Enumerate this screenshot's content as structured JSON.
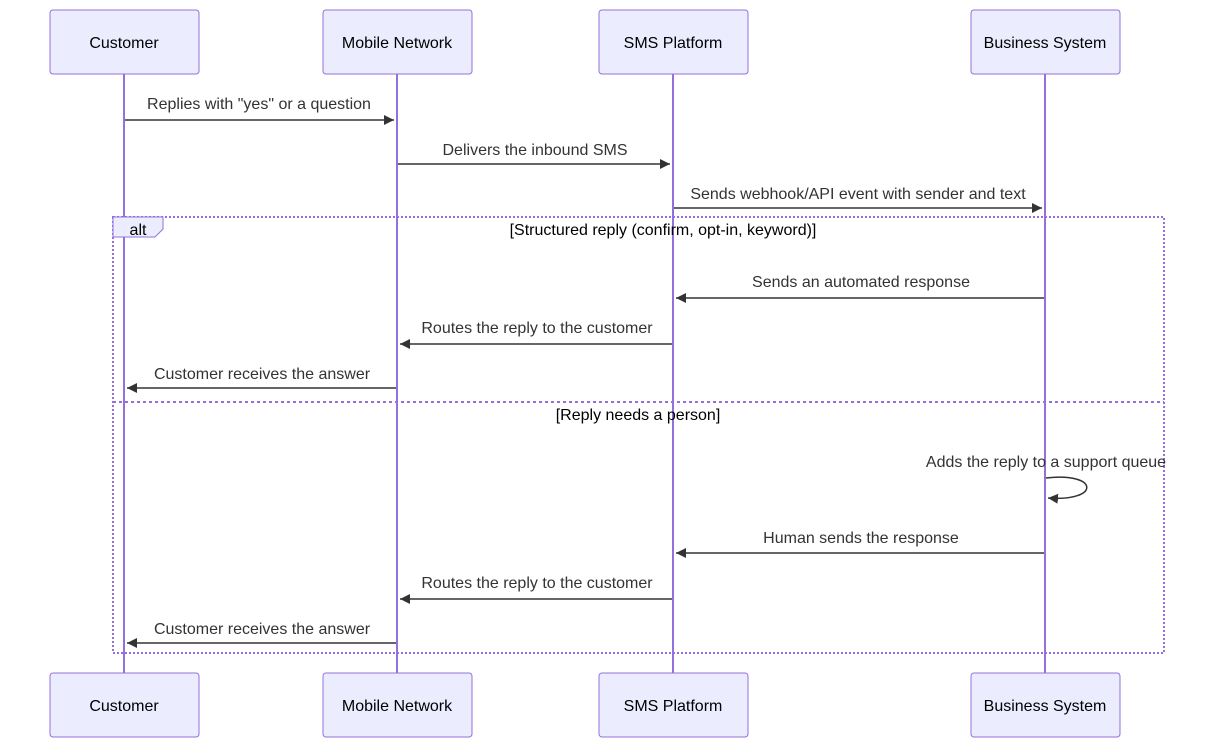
{
  "actors": [
    {
      "id": "customer",
      "label": "Customer"
    },
    {
      "id": "mobile_network",
      "label": "Mobile Network"
    },
    {
      "id": "sms_platform",
      "label": "SMS Platform"
    },
    {
      "id": "business_system",
      "label": "Business System"
    }
  ],
  "messages": [
    {
      "from": "customer",
      "to": "mobile_network",
      "text": "Replies with \"yes\" or a question"
    },
    {
      "from": "mobile_network",
      "to": "sms_platform",
      "text": "Delivers the inbound SMS"
    },
    {
      "from": "sms_platform",
      "to": "business_system",
      "text": "Sends webhook/API event with sender and text"
    },
    {
      "from": "business_system",
      "to": "sms_platform",
      "text": "Sends an automated response"
    },
    {
      "from": "sms_platform",
      "to": "mobile_network",
      "text": "Routes the reply to the customer"
    },
    {
      "from": "mobile_network",
      "to": "customer",
      "text": "Customer receives the answer"
    },
    {
      "from": "business_system",
      "to": "business_system",
      "text": "Adds the reply to a support queue"
    },
    {
      "from": "business_system",
      "to": "sms_platform",
      "text": "Human sends the response"
    },
    {
      "from": "sms_platform",
      "to": "mobile_network",
      "text": "Routes the reply to the customer"
    },
    {
      "from": "mobile_network",
      "to": "customer",
      "text": "Customer receives the answer"
    }
  ],
  "alt_frame": {
    "label": "alt",
    "conditions": [
      "[Structured reply (confirm, opt-in, keyword)]",
      "[Reply needs a person]"
    ]
  },
  "colors": {
    "actor_fill": "#ECECFF",
    "actor_border": "#9370DB",
    "lifeline": "#9370DB",
    "message_line": "#333333"
  }
}
